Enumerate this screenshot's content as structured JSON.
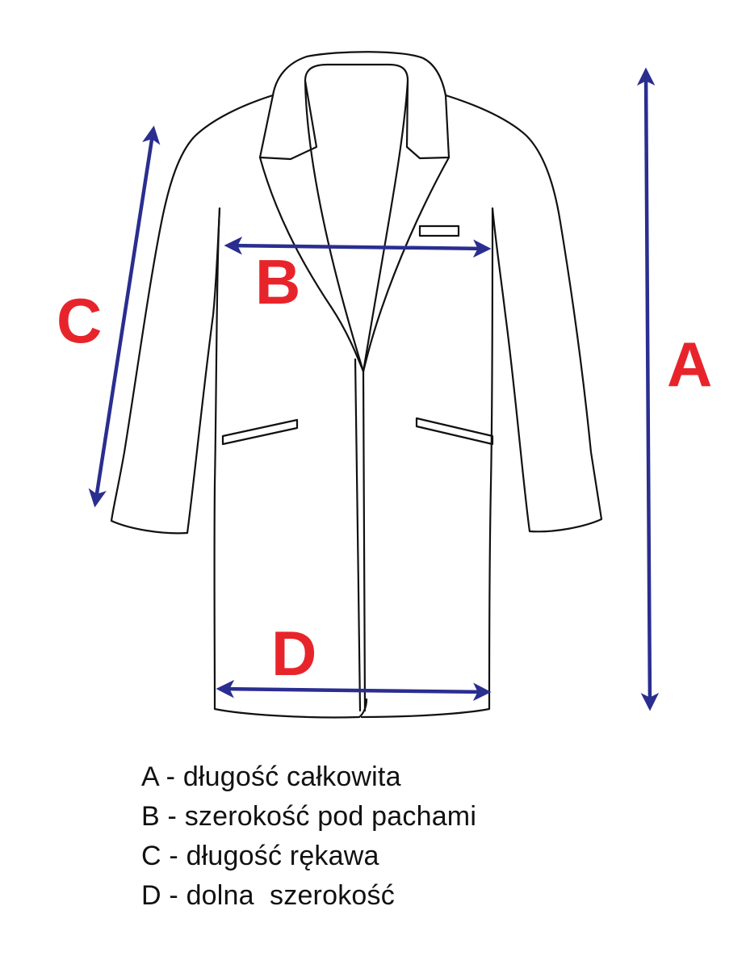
{
  "colors": {
    "outline": "#111111",
    "arrow": "#2a2e8f",
    "marker": "#e8242b",
    "background": "#ffffff"
  },
  "markers": {
    "a": "A",
    "b": "B",
    "c": "C",
    "d": "D"
  },
  "legend": [
    "A - długość całkowita",
    "B - szerokość pod pachami",
    "C - długość rękawa",
    "D - dolna  szerokość"
  ]
}
